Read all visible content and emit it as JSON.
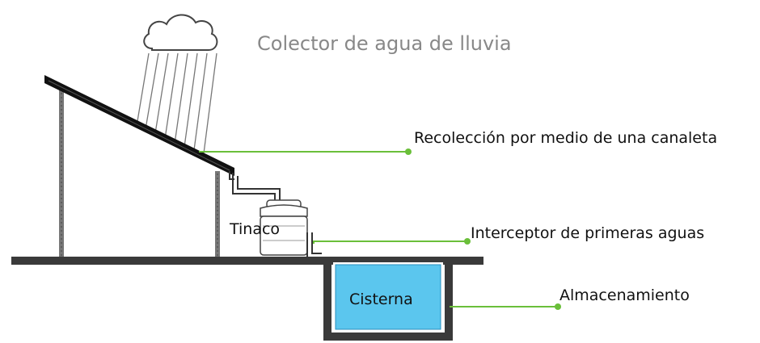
{
  "title": "Colector de agua de lluvia",
  "labels": {
    "gutter": "Recolección por medio de una canaleta",
    "tank": "Tinaco",
    "interceptor": "Interceptor de primeras aguas",
    "cistern": "Cisterna",
    "storage": "Almacenamiento"
  },
  "colors": {
    "leader_line": "#6abf3a",
    "water": "#5bc6ee",
    "structure": "#333333"
  }
}
